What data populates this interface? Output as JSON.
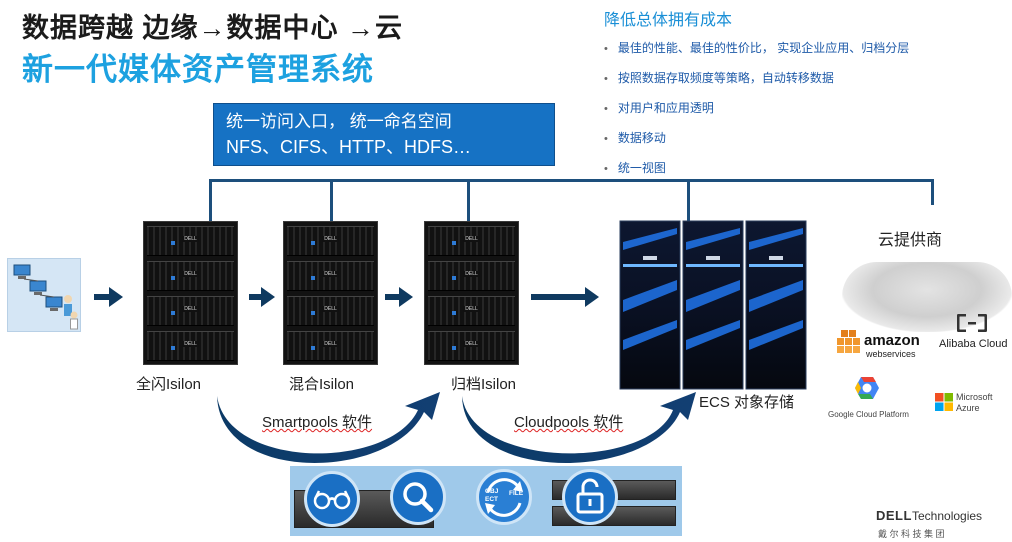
{
  "title": {
    "line1": "数据跨越  边缘→数据中心 →云",
    "line2": "新一代媒体资产管理系统"
  },
  "benefits": {
    "title": "降低总体拥有成本",
    "items": [
      "最佳的性能、最佳的性价比， 实现企业应用、归档分层",
      "按照数据存取频度等策略，自动转移数据",
      "对用户和应用透明",
      "数据移动",
      "统一视图"
    ]
  },
  "access_box": {
    "line1": "统一访问入口，  统一命名空间",
    "line2": "NFS、CIFS、HTTP、HDFS…"
  },
  "tiers": {
    "flash": "全闪Isilon",
    "hybrid": "混合Isilon",
    "archive": "归档Isilon",
    "ecs": "ECS 对象存储"
  },
  "software": {
    "smartpools": "Smartpools 软件",
    "cloudpools": "Cloudpools 软件"
  },
  "cloud_providers": {
    "title": "云提供商",
    "amazon_line1": "amazon",
    "amazon_line2": "webservices",
    "alibaba": "Alibaba Cloud",
    "google": "Google Cloud Platform",
    "microsoft_line1": "Microsoft",
    "microsoft_line2": "Azure"
  },
  "bottom_icons": {
    "obj_ect": "OBJ ECT",
    "file": "FILE"
  },
  "branding": {
    "dell": "DELL",
    "technologies": "Technologies",
    "cn": "戴 尔 科 技 集 团"
  },
  "colors": {
    "title_accent": "#1da1e0",
    "box_blue": "#1672c4",
    "bus_navy": "#1d4f7c"
  }
}
